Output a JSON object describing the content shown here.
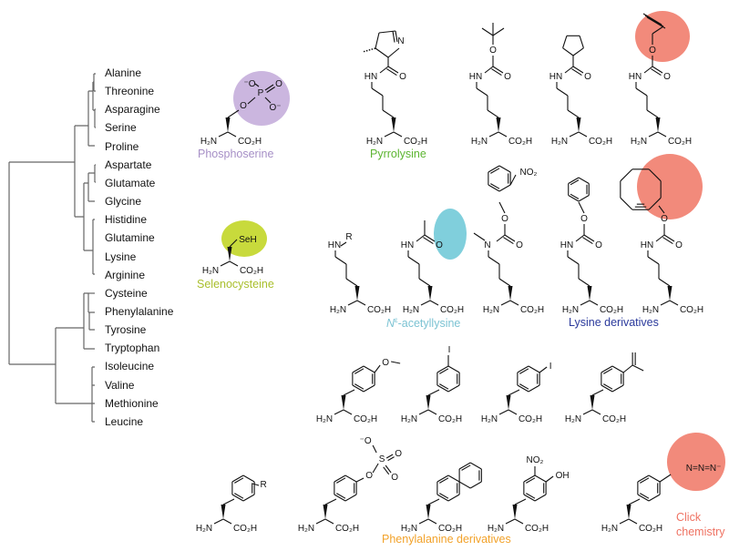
{
  "tree": {
    "leaves": [
      "Alanine",
      "Threonine",
      "Asparagine",
      "Serine",
      "Proline",
      "Aspartate",
      "Glutamate",
      "Glycine",
      "Histidine",
      "Glutamine",
      "Lysine",
      "Arginine",
      "Cysteine",
      "Phenylalanine",
      "Tyrosine",
      "Tryptophan",
      "Isoleucine",
      "Valine",
      "Methionine",
      "Leucine"
    ]
  },
  "captions": {
    "phosphoserine": "Phosphoserine",
    "pyrrolysine": "Pyrrolysine",
    "selenocysteine": "Selenocysteine",
    "acetyllysine_prefix": "N",
    "acetyllysine_sup": "ε",
    "acetyllysine_rest": "-acetyllysine",
    "lysine_derivatives": "Lysine derivatives",
    "phenylalanine_derivatives": "Phenylalanine derivatives",
    "click_line1": "Click",
    "click_line2": "chemistry"
  },
  "atoms": {
    "h2n": "H₂N",
    "co2h": "CO₂H",
    "hn": "HN",
    "o": "O",
    "n": "N",
    "seh": "SeH",
    "r": "R",
    "no2": "NO₂",
    "oh": "OH",
    "i": "I",
    "s": "S",
    "p": "P",
    "o_minus": "⁻O",
    "o_minus_r": "O⁻",
    "azide": "N=N=N⁻"
  },
  "colors": {
    "phosphoserine": "#a68fc6",
    "pyrrolysine": "#5cb531",
    "selenocysteine": "#a9bf2c",
    "acetyllysine": "#7cc3d3",
    "lysine_derivatives": "#2b3a9c",
    "phenylalanine_derivatives": "#f2a22a",
    "click": "#ef7363",
    "purple_highlight": "#cbb6df",
    "salmon_highlight": "#f28a7b",
    "cyan_highlight": "#80cfdc",
    "lime_highlight": "#c8da3c"
  }
}
